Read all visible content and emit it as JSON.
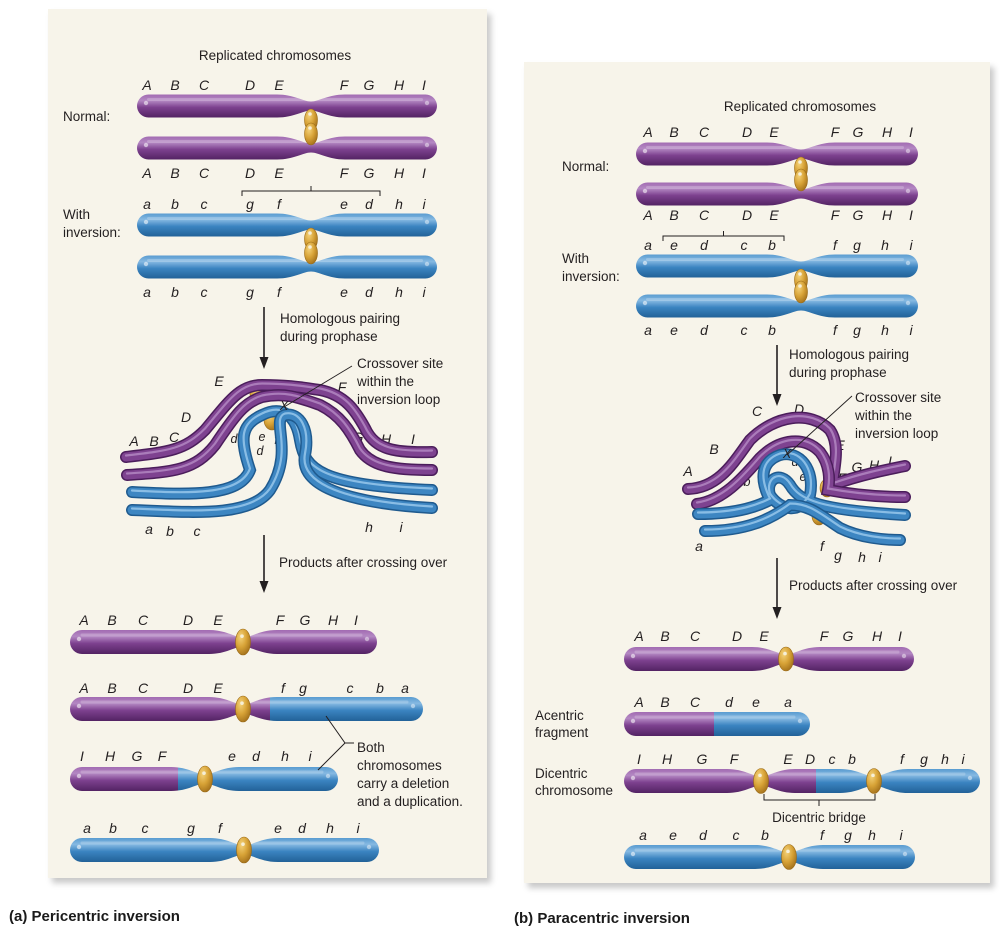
{
  "colors": {
    "purple": "#7b3f8e",
    "purple_dark": "#4e1f5e",
    "purple_light": "#b07fc0",
    "blue": "#3a84c0",
    "blue_dark": "#1f5d93",
    "blue_light": "#8fc0e6",
    "centromere": "#d9a437",
    "centromere_dark": "#a3721c",
    "panel_bg": "#f7f4ea"
  },
  "panel_a": {
    "caption": "(a) Pericentric inversion",
    "heading": "Replicated chromosomes",
    "normal_label": "Normal:",
    "inversion_label_1": "With",
    "inversion_label_2": "inversion:",
    "normal_genes_top": [
      "A",
      "B",
      "C",
      "D",
      "E",
      "F",
      "G",
      "H",
      "I"
    ],
    "normal_genes_bottom": [
      "A",
      "B",
      "C",
      "D",
      "E",
      "F",
      "G",
      "H",
      "I"
    ],
    "inversion_genes_top": [
      "a",
      "b",
      "c",
      "g",
      "f",
      "e",
      "d",
      "h",
      "i"
    ],
    "inversion_genes_bottom": [
      "a",
      "b",
      "c",
      "g",
      "f",
      "e",
      "d",
      "h",
      "i"
    ],
    "pairing_label_1": "Homologous pairing",
    "pairing_label_2": "during prophase",
    "crossover_label_1": "Crossover site",
    "crossover_label_2": "within the",
    "crossover_label_3": "inversion loop",
    "loop_genes_purple": [
      "A",
      "B",
      "C",
      "D",
      "E",
      "F",
      "G",
      "H",
      "I"
    ],
    "loop_genes_blue_outer": [
      "d",
      "e",
      "f",
      "g"
    ],
    "loop_genes_blue_inner": [
      "e",
      "f",
      "d",
      "g"
    ],
    "loop_genes_blue_bottom": [
      "a",
      "b",
      "c",
      "h",
      "i"
    ],
    "products_label": "Products after crossing over",
    "products": [
      {
        "genes": [
          "A",
          "B",
          "C",
          "D",
          "E",
          "F",
          "G",
          "H",
          "I"
        ],
        "type": "normal"
      },
      {
        "genes": [
          "A",
          "B",
          "C",
          "D",
          "E",
          "f",
          "g",
          "c",
          "b",
          "a"
        ],
        "type": "recombinant"
      },
      {
        "genes": [
          "I",
          "H",
          "G",
          "F",
          "e",
          "d",
          "h",
          "i"
        ],
        "type": "recombinant"
      },
      {
        "genes": [
          "a",
          "b",
          "c",
          "g",
          "f",
          "e",
          "d",
          "h",
          "i"
        ],
        "type": "inversion"
      }
    ],
    "note_lines": [
      "Both",
      "chromosomes",
      "carry a deletion",
      "and a duplication."
    ]
  },
  "panel_b": {
    "caption": "(b) Paracentric inversion",
    "heading": "Replicated chromosomes",
    "normal_label": "Normal:",
    "inversion_label_1": "With",
    "inversion_label_2": "inversion:",
    "normal_genes_top": [
      "A",
      "B",
      "C",
      "D",
      "E",
      "F",
      "G",
      "H",
      "I"
    ],
    "normal_genes_bottom": [
      "A",
      "B",
      "C",
      "D",
      "E",
      "F",
      "G",
      "H",
      "I"
    ],
    "inversion_genes_top": [
      "a",
      "e",
      "d",
      "c",
      "b",
      "f",
      "g",
      "h",
      "i"
    ],
    "inversion_genes_bottom": [
      "a",
      "e",
      "d",
      "c",
      "b",
      "f",
      "g",
      "h",
      "i"
    ],
    "pairing_label_1": "Homologous pairing",
    "pairing_label_2": "during prophase",
    "crossover_label_1": "Crossover site",
    "crossover_label_2": "within the",
    "crossover_label_3": "inversion loop",
    "loop_genes_purple": [
      "A",
      "B",
      "C",
      "D",
      "E",
      "F",
      "G",
      "H",
      "I"
    ],
    "loop_genes_blue_loop": [
      "b",
      "c",
      "d",
      "e"
    ],
    "loop_genes_blue_bottom": [
      "a",
      "f",
      "g",
      "h",
      "i"
    ],
    "products_label": "Products after crossing over",
    "products": [
      {
        "genes": [
          "A",
          "B",
          "C",
          "D",
          "E",
          "F",
          "G",
          "H",
          "I"
        ],
        "type": "normal",
        "label": ""
      },
      {
        "genes": [
          "A",
          "B",
          "C",
          "d",
          "e",
          "a"
        ],
        "type": "acentric",
        "label": "Acentric fragment"
      },
      {
        "genes": [
          "I",
          "H",
          "G",
          "F",
          "E",
          "D",
          "c",
          "b",
          "f",
          "g",
          "h",
          "i"
        ],
        "type": "dicentric",
        "label": "Dicentric chromosome"
      },
      {
        "genes": [
          "a",
          "e",
          "d",
          "c",
          "b",
          "f",
          "g",
          "h",
          "i"
        ],
        "type": "inversion",
        "label": ""
      }
    ],
    "acentric_label_1": "Acentric",
    "acentric_label_2": "fragment",
    "dicentric_label_1": "Dicentric",
    "dicentric_label_2": "chromosome",
    "bridge_label": "Dicentric bridge"
  }
}
